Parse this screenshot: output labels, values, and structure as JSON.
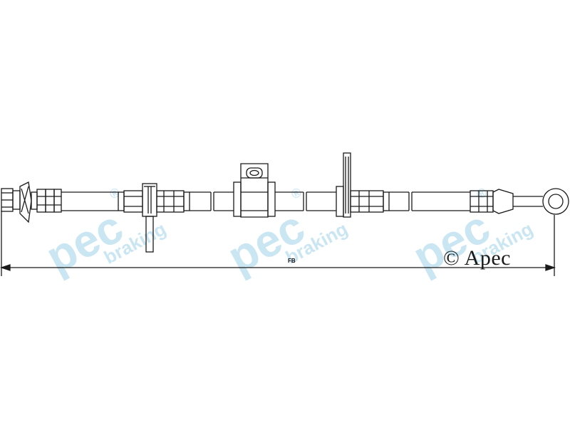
{
  "dimension": {
    "label": "FB"
  },
  "copyright": {
    "symbol": "©",
    "text": "Apec"
  },
  "watermark": {
    "brand": "pec",
    "tagline": "braking",
    "registered": "®",
    "color": "#bfe0ee"
  },
  "colors": {
    "line": "#1a1a1a",
    "background": "#ffffff"
  }
}
